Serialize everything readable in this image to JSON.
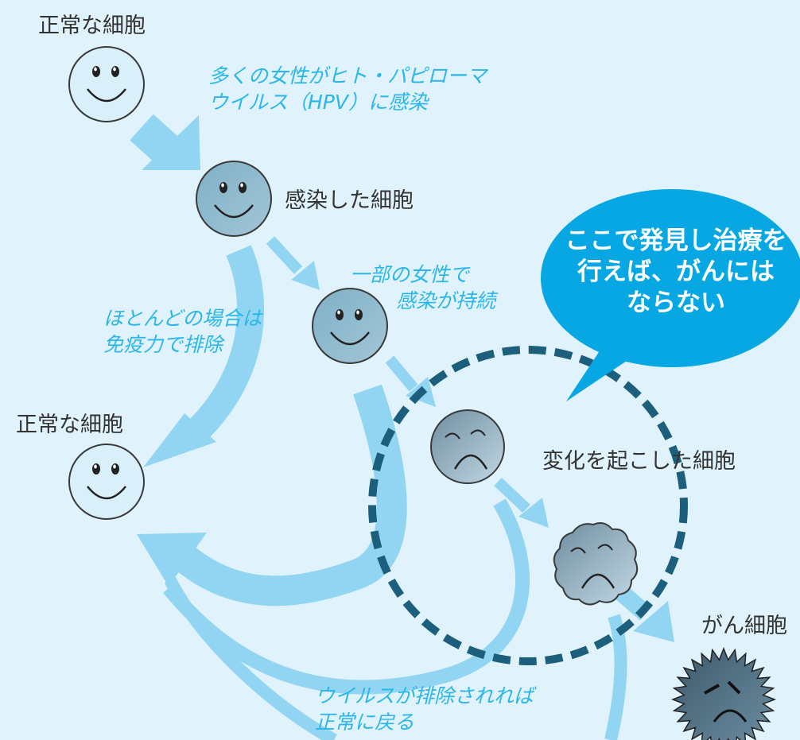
{
  "colors": {
    "background": "#e0f3fc",
    "arrow": "#92d5f2",
    "text_blue": "#2bb6ea",
    "text_dark": "#333333",
    "bubble": "#07a7e3",
    "dashed_circle": "#1c5f7c",
    "cell_normal": "#d9f0fb",
    "cell_infected": "#8db8cd",
    "cell_changed": "#9ab6c4",
    "cell_cancer": "#4b6b80"
  },
  "labels": {
    "normal_cell_top": "正常な細胞",
    "infection_text": [
      "多くの女性がヒト・パピローマ",
      "ウイルス（HPV）に感染"
    ],
    "infected_cell": "感染した細胞",
    "persistent_text": [
      "一部の女性で",
      "感染が持続"
    ],
    "immune_text": [
      "ほとんどの場合は",
      "免疫力で排除"
    ],
    "normal_cell_left": "正常な細胞",
    "changed_cell": "変化を起こした細胞",
    "cancer_cell": "がん細胞",
    "virus_removed_text": [
      "ウイルスが排除されれば",
      "正常に戻る"
    ],
    "bubble_text": [
      "ここで発見し治療を",
      "行えば、がんには",
      "ならない"
    ]
  }
}
